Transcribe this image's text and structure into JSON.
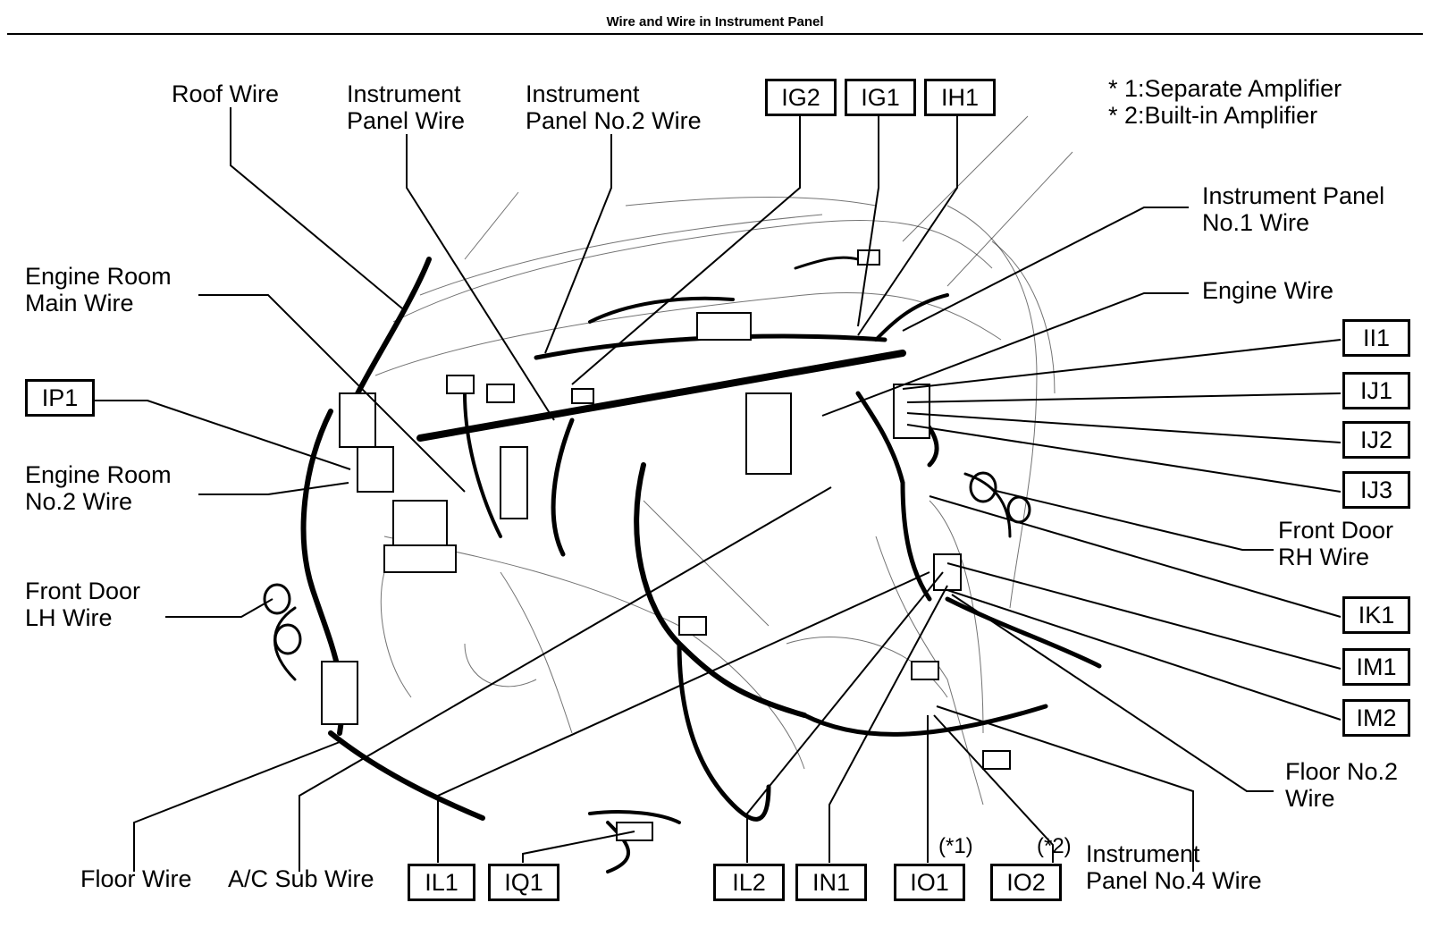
{
  "title": "Wire and Wire in Instrument Panel",
  "notes": [
    "* 1:Separate Amplifier",
    "* 2:Built-in Amplifier"
  ],
  "wire_labels": {
    "roof_wire": [
      "Roof Wire"
    ],
    "instrument_panel_wire": [
      "Instrument",
      "Panel Wire"
    ],
    "instrument_panel_no2_wire": [
      "Instrument",
      "Panel No.2 Wire"
    ],
    "instrument_panel_no1_wire": [
      "Instrument Panel",
      "No.1 Wire"
    ],
    "engine_wire": [
      "Engine Wire"
    ],
    "engine_room_main_wire": [
      "Engine Room",
      "Main Wire"
    ],
    "engine_room_no2_wire": [
      "Engine Room",
      "No.2 Wire"
    ],
    "front_door_lh_wire": [
      "Front Door",
      "LH Wire"
    ],
    "front_door_rh_wire": [
      "Front Door",
      "RH Wire"
    ],
    "floor_no2_wire": [
      "Floor No.2",
      "Wire"
    ],
    "instrument_panel_no4_wire": [
      "Instrument",
      "Panel No.4 Wire"
    ],
    "floor_wire": [
      "Floor Wire"
    ],
    "ac_sub_wire": [
      "A/C Sub Wire"
    ]
  },
  "connector_codes": {
    "ig2": "IG2",
    "ig1": "IG1",
    "ih1": "IH1",
    "ip1": "IP1",
    "ii1": "II1",
    "ij1": "IJ1",
    "ij2": "IJ2",
    "ij3": "IJ3",
    "ik1": "IK1",
    "im1": "IM1",
    "im2": "IM2",
    "il1": "IL1",
    "iq1": "IQ1",
    "il2": "IL2",
    "in1": "IN1",
    "io1": "IO1",
    "io2": "IO2"
  },
  "amp_marks": {
    "io1": "(*1)",
    "io2": "(*2)"
  }
}
